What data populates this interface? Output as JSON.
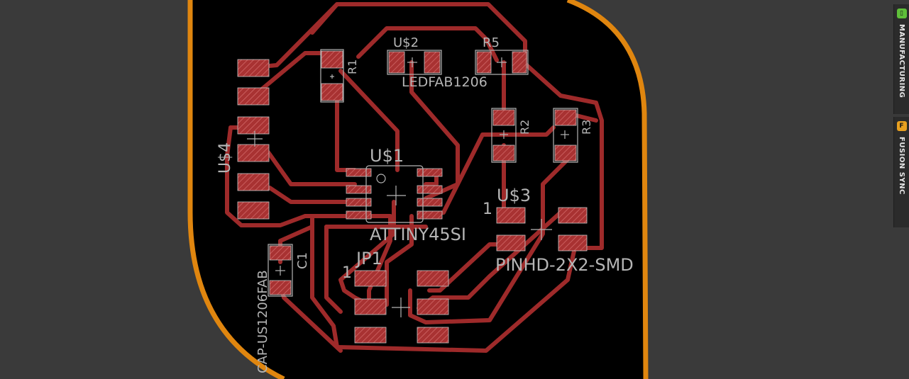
{
  "board": {
    "colors": {
      "background": "#3a3a3a",
      "board": "#000000",
      "outline": "#e0860f",
      "trace": "#9e2a2a",
      "pad": "#a83232",
      "silk": "#b5b5b5"
    }
  },
  "labels": {
    "u2": "U$2",
    "r5": "R5",
    "r1": "R1",
    "ledfab": "LEDFAB1206",
    "r2": "R2",
    "r3": "R3",
    "u4": "U$4",
    "u1": "U$1",
    "u3": "U$3",
    "u3_pin1": "1",
    "attiny": "ATTINY45SI",
    "jp1": "JP1",
    "jp1_pin1": "1",
    "pinhd": "PINHD-2X2-SMD",
    "c1": "C1",
    "capus": "CAP-US1206FAB"
  },
  "side_panel": {
    "manufacturing": {
      "label": "MANUFACTURING",
      "icon": "manufacturing-icon",
      "color": "#5fbf3a"
    },
    "fusion_sync": {
      "label": "FUSION SYNC",
      "icon": "fusion-sync-icon",
      "color": "#e8a020"
    }
  }
}
